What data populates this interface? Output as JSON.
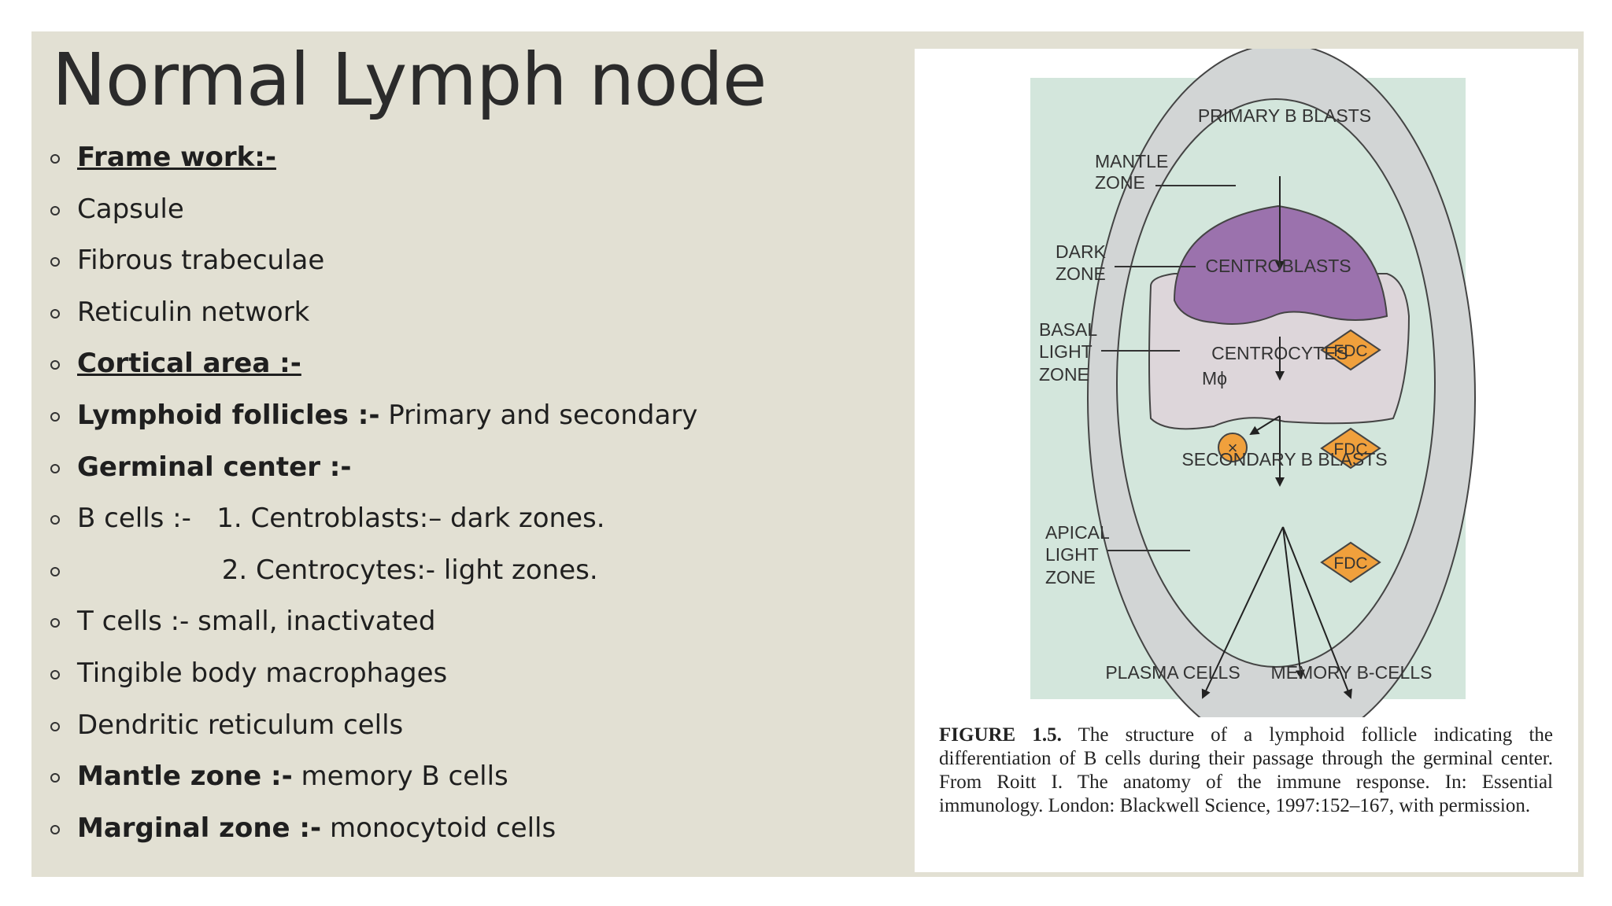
{
  "title": "Normal Lymph node",
  "bullets": [
    {
      "bold": "Frame work:-",
      "text": ""
    },
    {
      "bold": "",
      "text": "Capsule"
    },
    {
      "bold": "",
      "text": "Fibrous trabeculae"
    },
    {
      "bold": "",
      "text": "Reticulin network"
    },
    {
      "bold": "Cortical area :-",
      "text": ""
    },
    {
      "bold": "Lymphoid follicles :-",
      "text": " Primary and secondary"
    },
    {
      "bold": "Germinal center :-",
      "text": ""
    },
    {
      "bold": "",
      "text": "B cells :-   1. Centroblasts:– dark zones."
    },
    {
      "bold": "",
      "text": "                 2. Centrocytes:- light zones."
    },
    {
      "bold": "",
      "text": "T cells :- small, inactivated"
    },
    {
      "bold": "",
      "text": "Tingible body macrophages"
    },
    {
      "bold": "",
      "text": "Dendritic reticulum cells"
    },
    {
      "bold": "Mantle zone :-",
      "text": " memory B cells"
    },
    {
      "bold": "Marginal zone :-",
      "text": " monocytoid cells"
    }
  ],
  "figure": {
    "labels": {
      "primary_b_blasts": "PRIMARY B BLASTS",
      "mantle": "MANTLE",
      "mantle_zone": "ZONE",
      "dark": "DARK",
      "dark_zone": "ZONE",
      "centroblasts": "CENTROBLASTS",
      "basal": "BASAL",
      "basal_light": "LIGHT",
      "basal_zone": "ZONE",
      "centrocytes": "CENTROCYTES",
      "macrophage": "Mϕ",
      "fdc": "FDC",
      "secondary_b_blasts": "SECONDARY B BLASTS",
      "apical": "APICAL",
      "apical_light": "LIGHT",
      "apical_zone": "ZONE",
      "plasma_cells": "PLASMA CELLS",
      "memory_b_cells": "MEMORY B-CELLS"
    },
    "caption_label": "FIGURE 1.5.",
    "caption_text": " The structure of a lymphoid follicle indicating the differentiation of B cells during their passage through the germinal center. From Roitt I. The anatomy of the immune response. In: Essential immunology. London: Blackwell Science, 1997:152–167, with permission."
  },
  "colors": {
    "slide_background": "#e2e0d3",
    "diagram_background": "#d3e6dc",
    "mantle_zone": "#d2d5d5",
    "dark_zone": "#9b72ad",
    "light_zone": "#ddd6da",
    "fdc": "#f0a03c"
  }
}
